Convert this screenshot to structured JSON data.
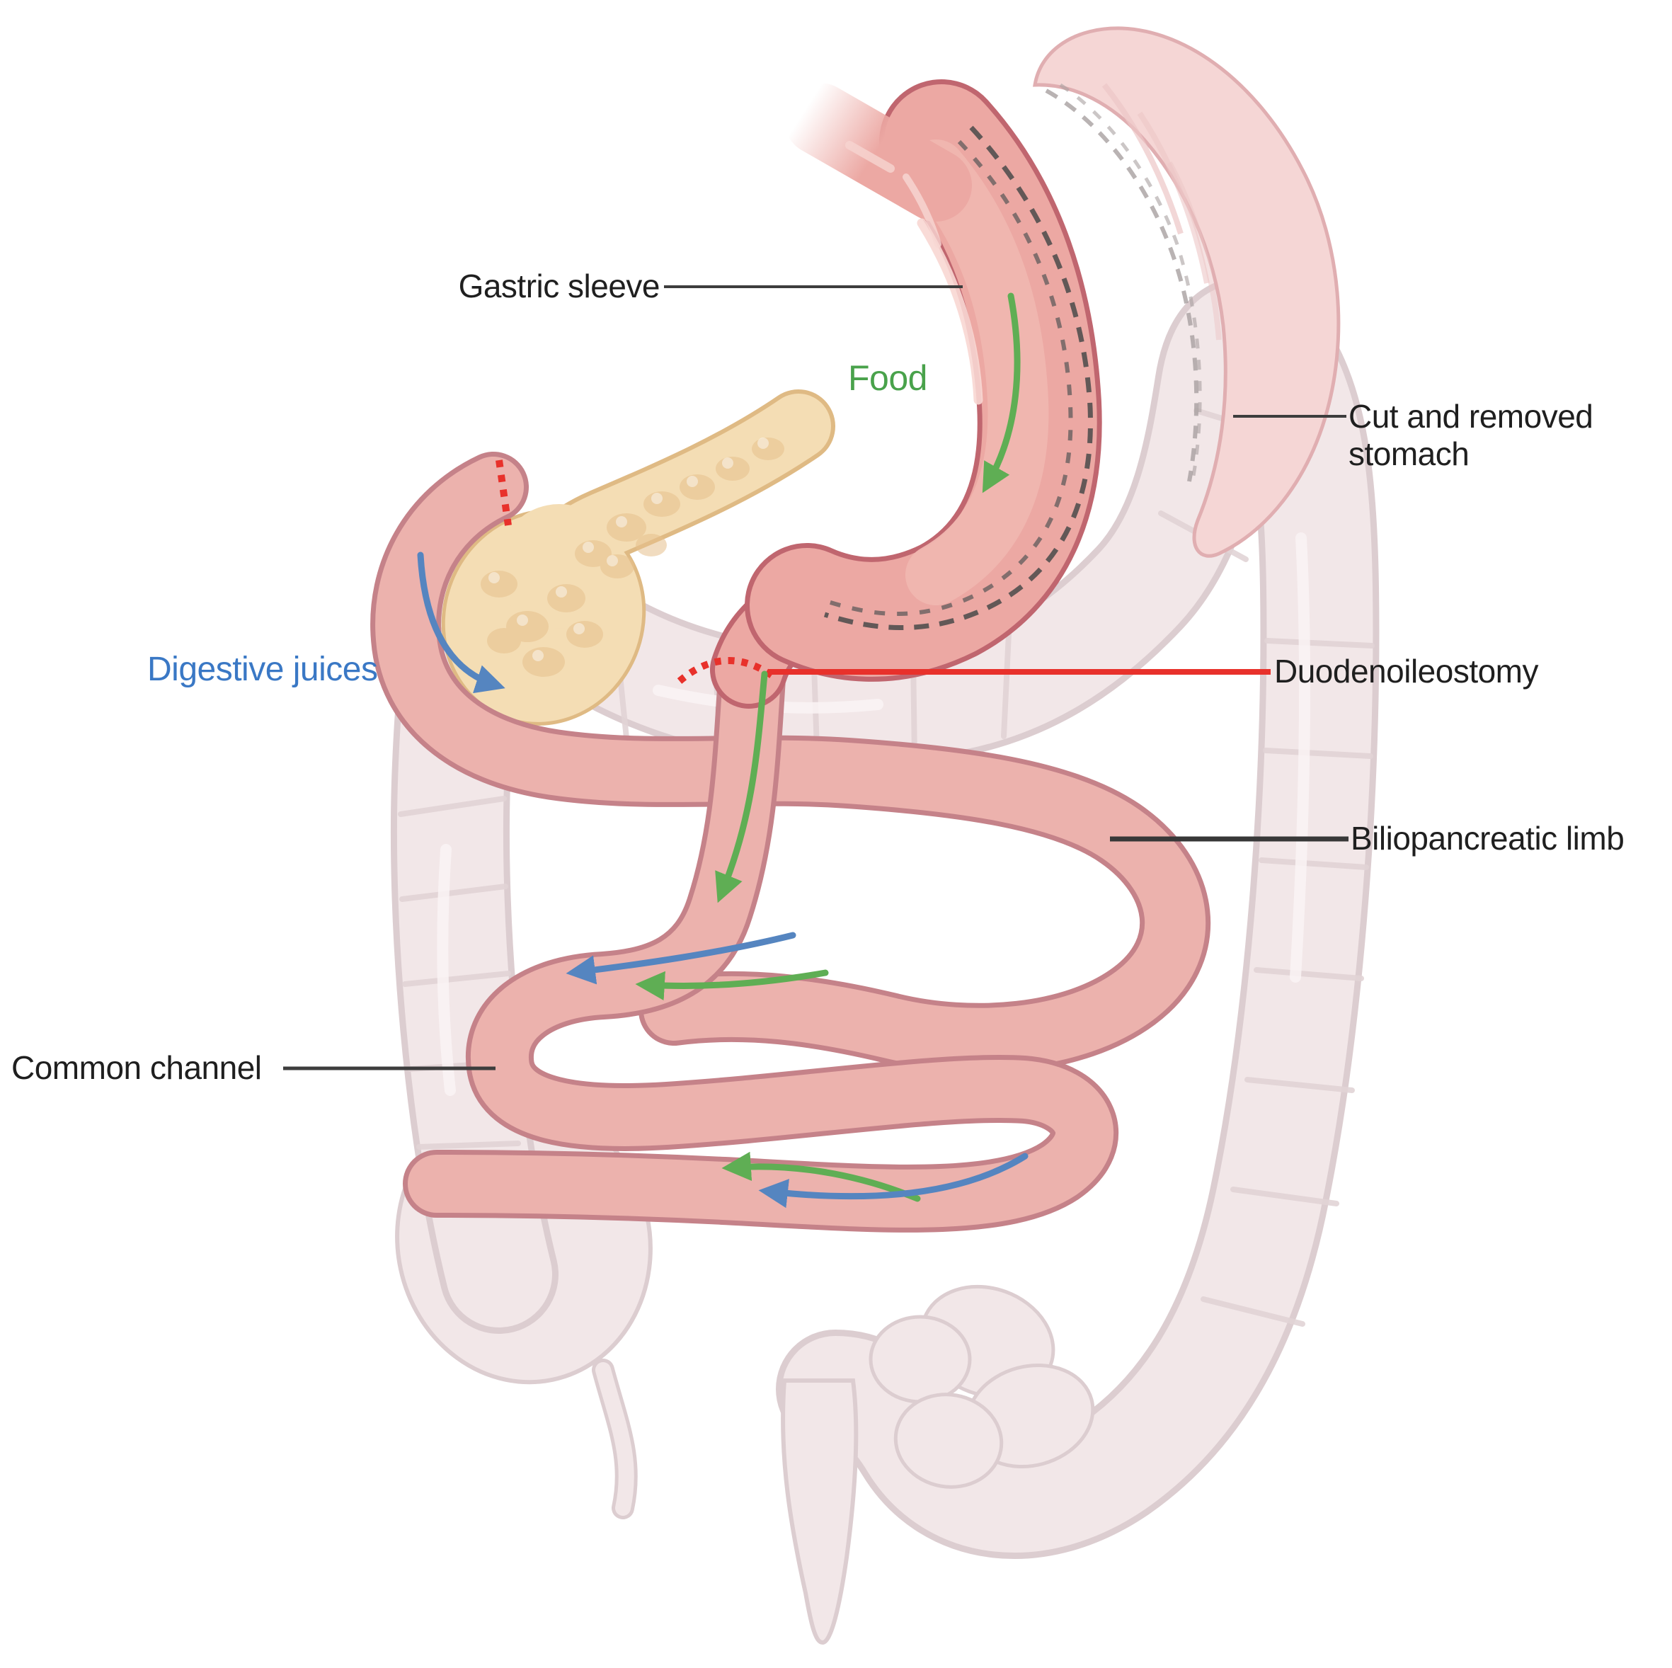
{
  "diagram": {
    "type": "medical-illustration",
    "subject": "SADI-S bariatric surgery anatomy (sleeve gastrectomy with duodenoileostomy)",
    "labels": {
      "gastric_sleeve": "Gastric sleeve",
      "food": "Food",
      "cut_removed_stomach": "Cut and removed stomach",
      "digestive_juices": "Digestive juices",
      "duodenoileostomy": "Duodenoileostomy",
      "biliopancreatic_limb": "Biliopancreatic limb",
      "common_channel": "Common channel"
    },
    "flows": [
      {
        "name": "food",
        "color": "#49a24b"
      },
      {
        "name": "digestive-juices",
        "color": "#3a78c5"
      }
    ],
    "colors": {
      "label_text": "#1f1f1f",
      "food_green": "#49a24b",
      "juices_blue": "#3a78c5",
      "arrow_green": "#5fae54",
      "arrow_blue": "#5585c0",
      "cut_line_red": "#e8312b",
      "leader_dark": "#3d3d3d",
      "sleeve_fill": "#eca8a3",
      "sleeve_border": "#c0666f",
      "intestine_fill": "#ecb2ad",
      "intestine_border": "#c58289",
      "removed_stomach_fill": "#f5d6d5",
      "pancreas_fill": "#f4ddb4",
      "colon_fill": "#f2e7e8",
      "colon_border": "#dccdd0",
      "staple_dash": "#4a4a4a"
    }
  }
}
